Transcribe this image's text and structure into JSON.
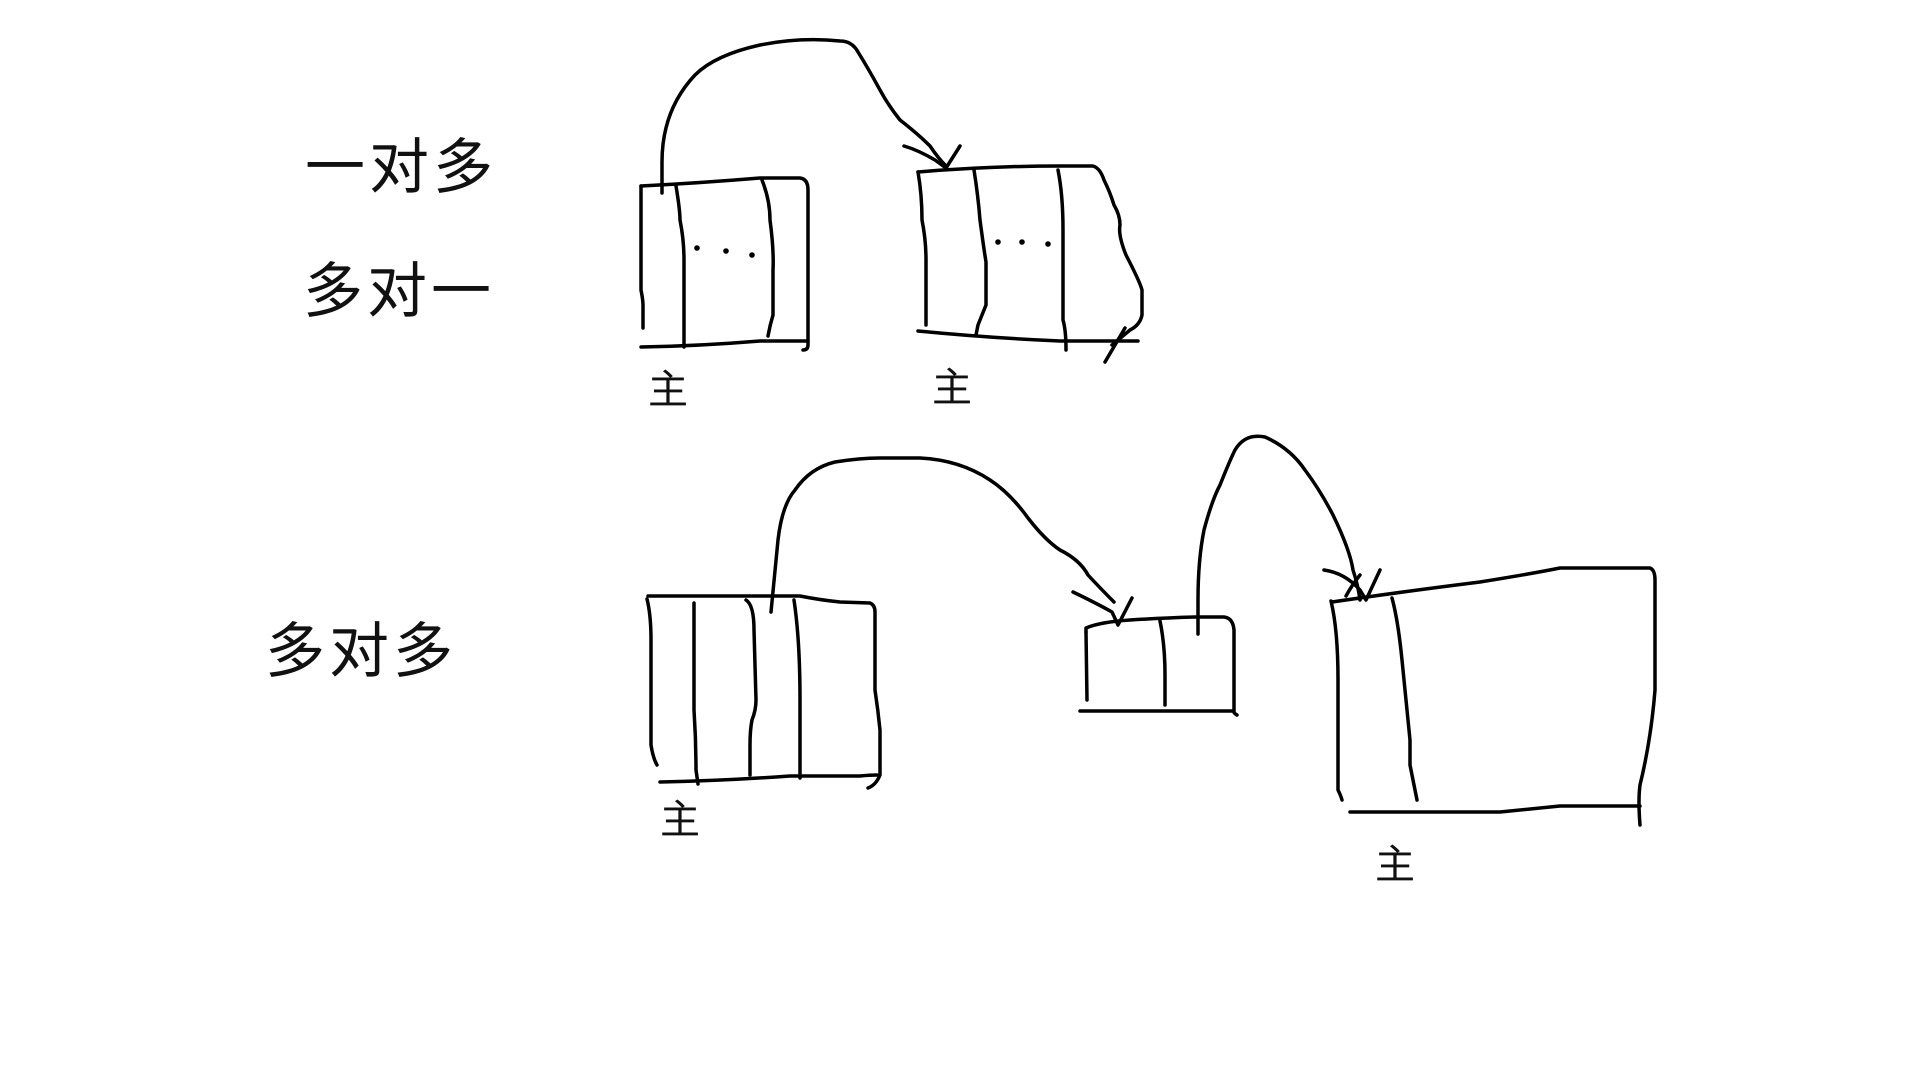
{
  "labels": {
    "one_to_many": "一对多",
    "many_to_one": "多对一",
    "many_to_many": "多对多"
  },
  "primary_key_label": "主",
  "ellipsis": "...",
  "colors": {
    "background": "#ffffff",
    "ink": "#000000"
  }
}
